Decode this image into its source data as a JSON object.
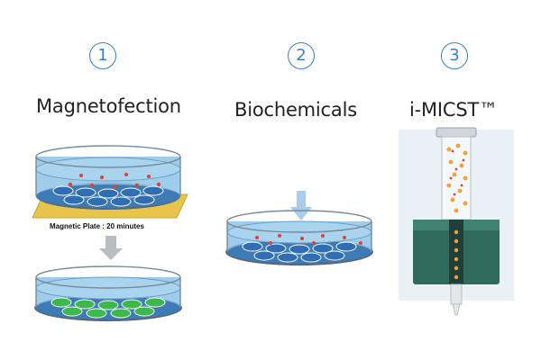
{
  "steps": [
    {
      "number": "1",
      "title": "Magnetofection",
      "plate_label": "Magnetic Plate : 20 minutes"
    },
    {
      "number": "2",
      "title": "Biochemicals"
    },
    {
      "number": "3",
      "title": "i-MICST™"
    }
  ],
  "colors": {
    "accent": "#3b7fc4",
    "medium": "#8ec3e6",
    "cell_blue": "#2f6db5",
    "cell_green": "#3db84a",
    "particle": "#e0403a",
    "magnet_plate": "#e8c44a",
    "magnet_device": "#2f6a5c"
  }
}
